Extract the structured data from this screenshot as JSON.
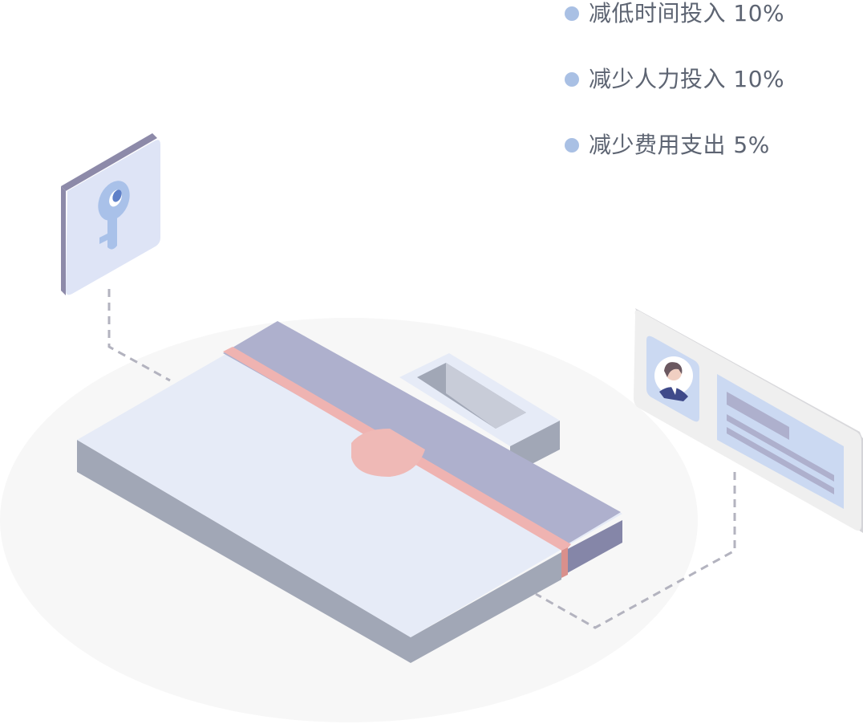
{
  "colors": {
    "bullet": "#a9c0e4",
    "text": "#5d6472",
    "shadow_ellipse": "#f7f7f7",
    "card_top": "#e6ebf7",
    "card_side": "#a1a7b6",
    "flap_top": "#aeb0cd",
    "flap_side": "#8586a8",
    "stripe": "#efb3b1",
    "clasp": "#efb9b6",
    "dashed_line": "#b3b3bf"
  },
  "benefits": [
    {
      "label": "减低时间投入 10%",
      "icon": "bullet-dot"
    },
    {
      "label": "减少人力投入 10%",
      "icon": "bullet-dot"
    },
    {
      "label": "减少费用支出 5%",
      "icon": "bullet-dot"
    }
  ],
  "illustration": {
    "icons": [
      "key-icon",
      "briefcase-icon",
      "profile-card-icon",
      "avatar-icon"
    ]
  }
}
